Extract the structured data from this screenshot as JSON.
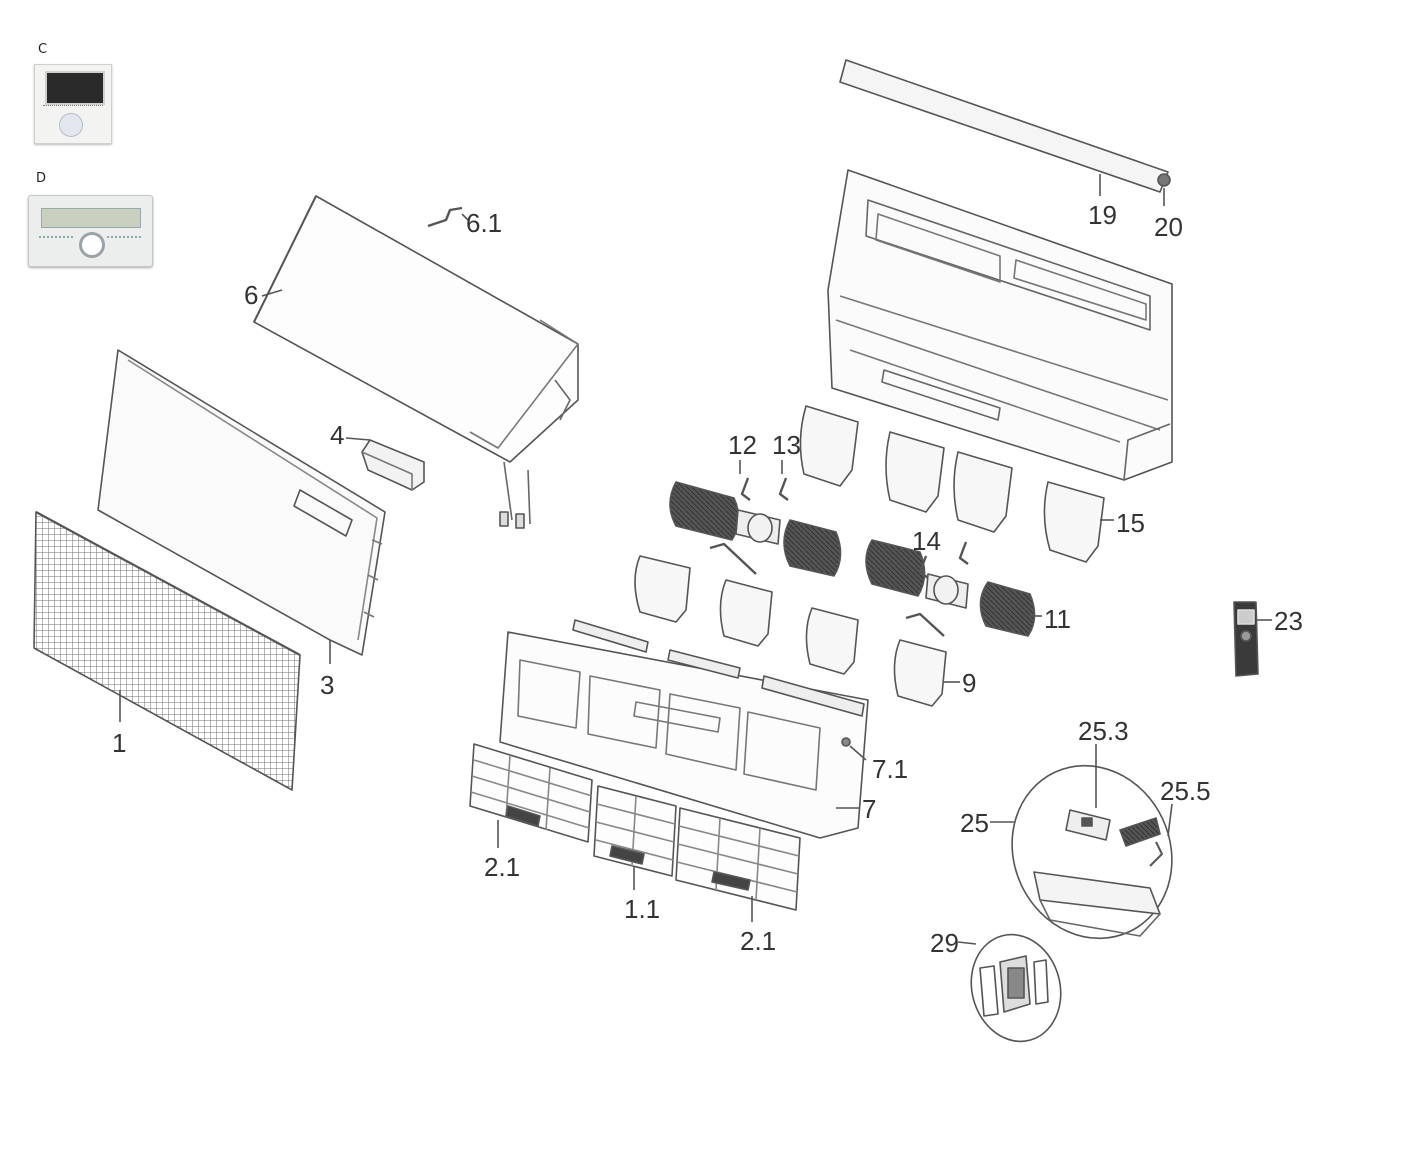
{
  "thumbnails": {
    "c_letter": "C",
    "d_letter": "D"
  },
  "labels": {
    "p1": "1",
    "p1_1": "1.1",
    "p2_1a": "2.1",
    "p2_1b": "2.1",
    "p3": "3",
    "p4": "4",
    "p6": "6",
    "p6_1": "6.1",
    "p7": "7",
    "p7_1": "7.1",
    "p9": "9",
    "p11": "11",
    "p12": "12",
    "p13": "13",
    "p14": "14",
    "p15": "15",
    "p19": "19",
    "p20": "20",
    "p23": "23",
    "p25": "25",
    "p25_3": "25.3",
    "p25_5": "25.5",
    "p29": "29"
  },
  "colors": {
    "line": "#555555",
    "dark_part": "#3a3a3a",
    "fill_light": "#f4f4f4"
  }
}
